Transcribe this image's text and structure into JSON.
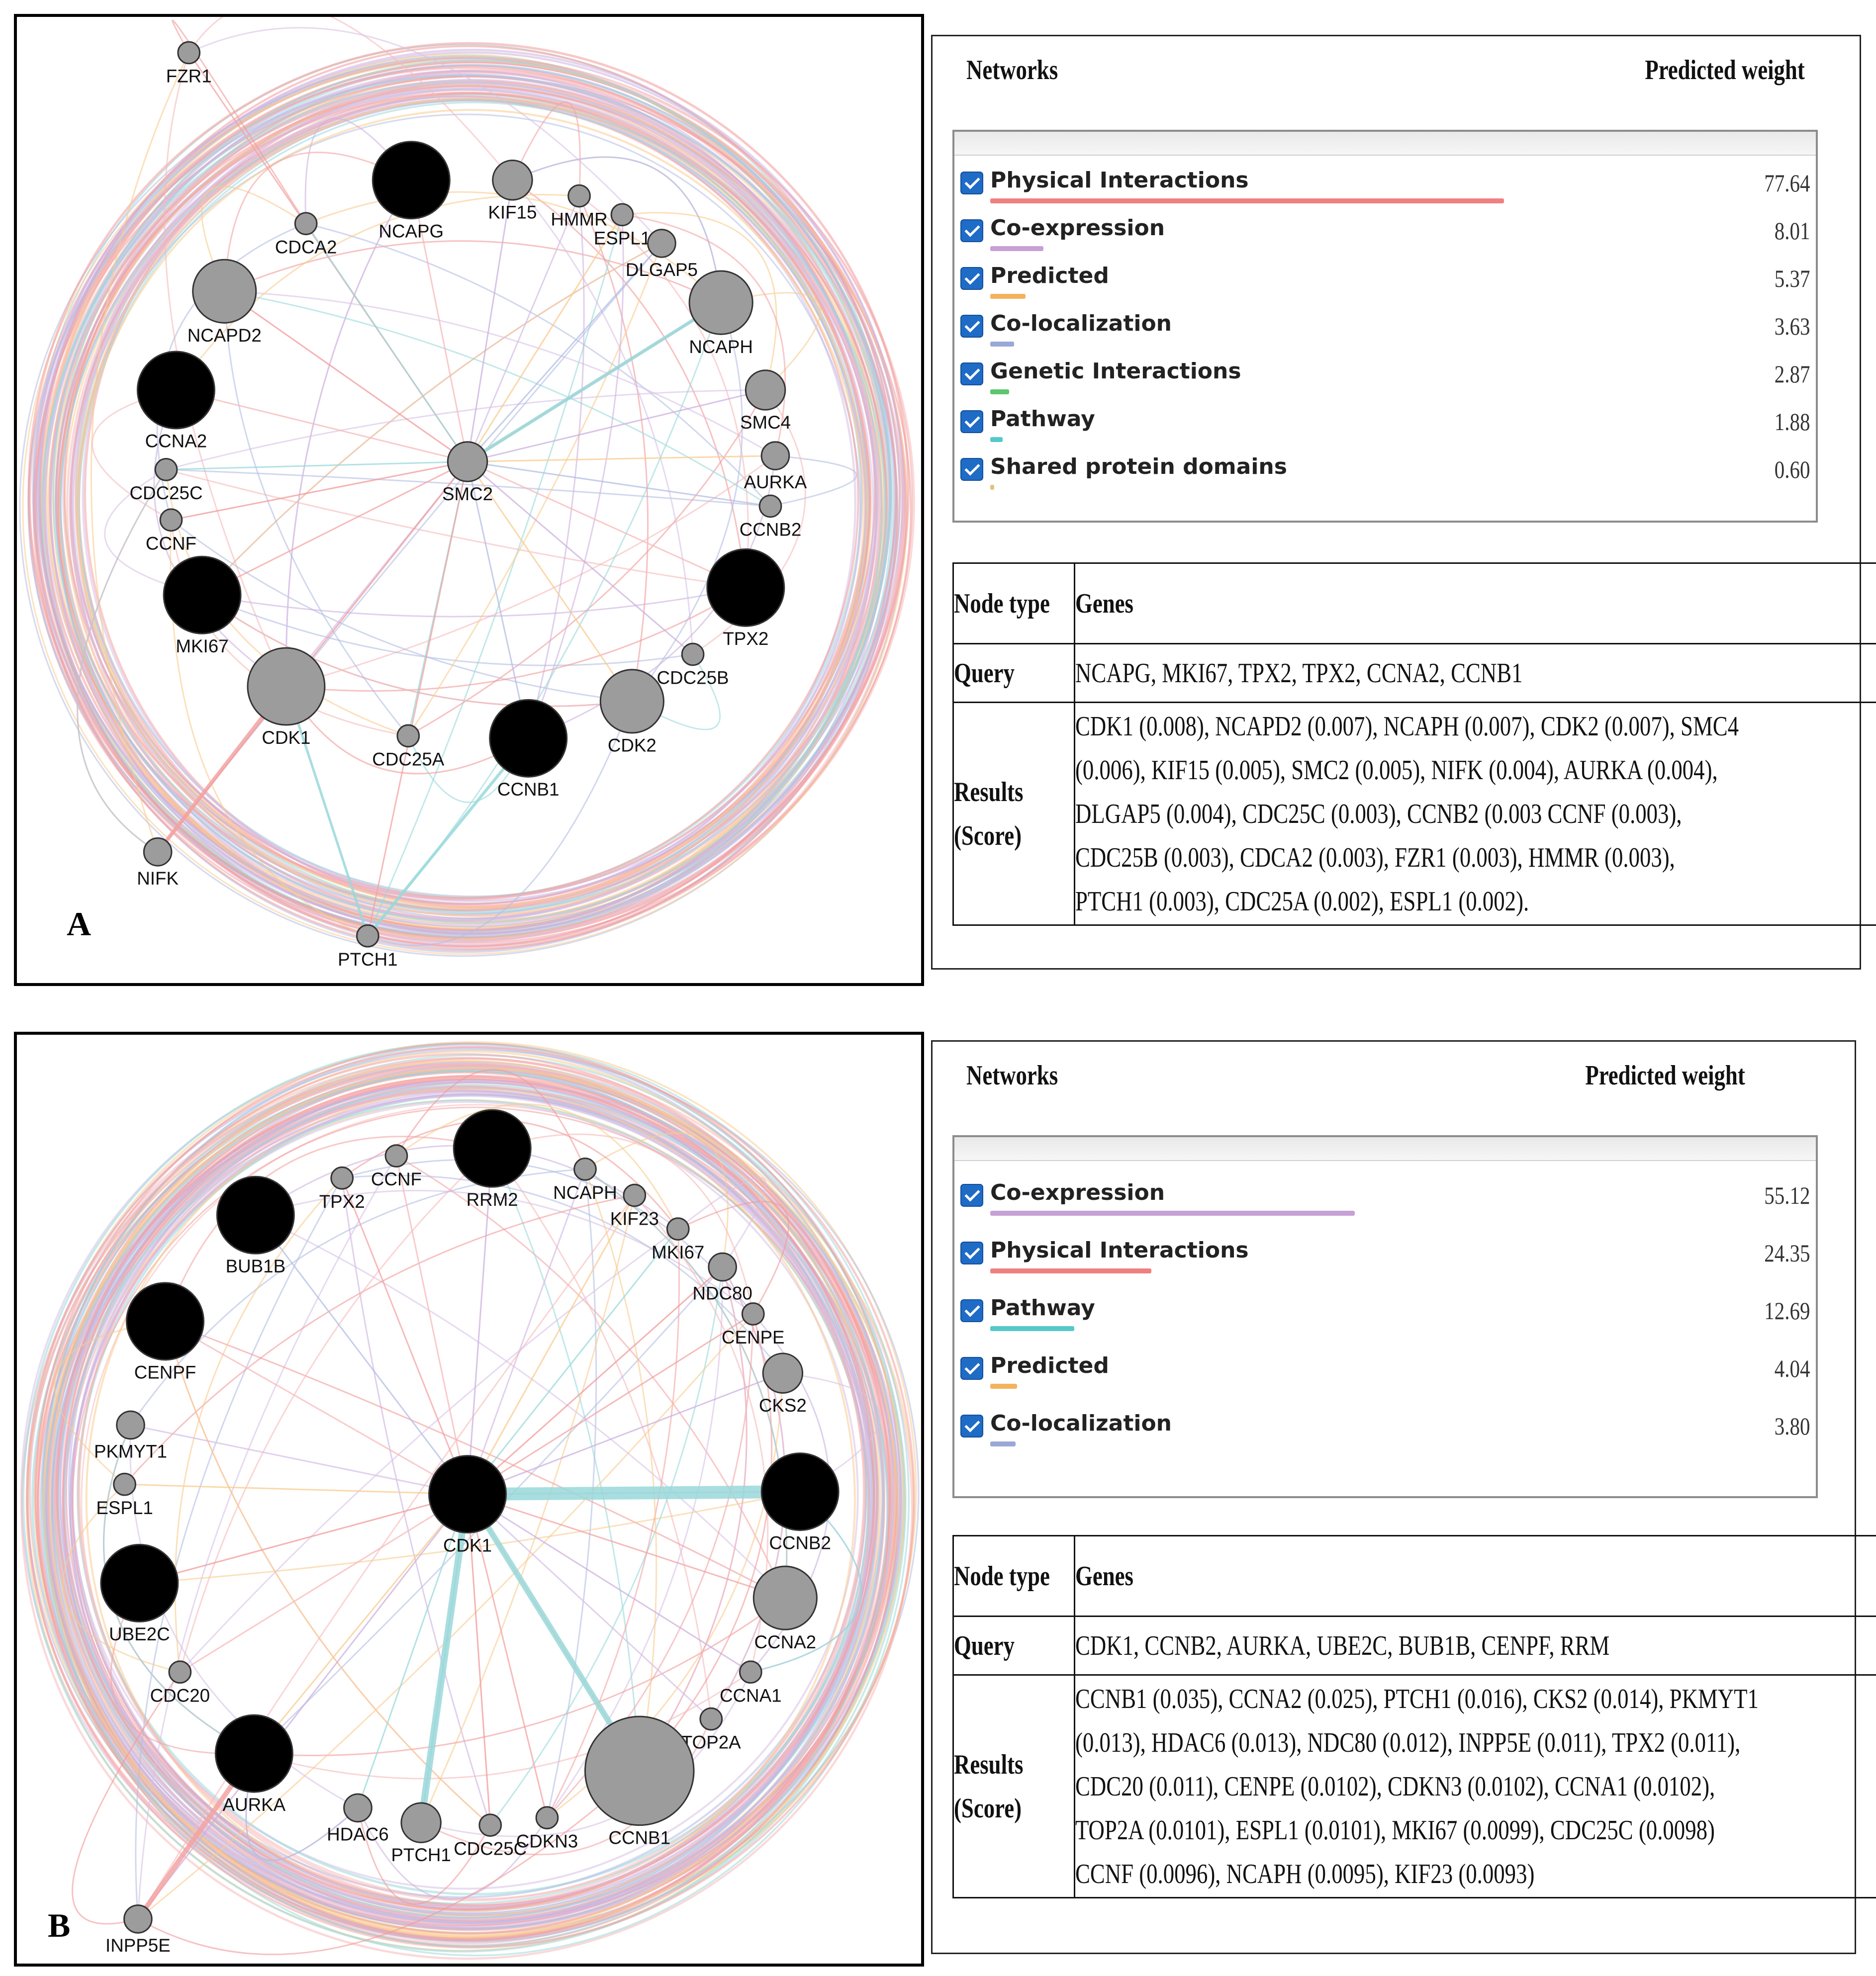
{
  "panels": [
    {
      "letter": "A",
      "nodes": [
        {
          "label": "FZR1",
          "color": "#9c9c9c",
          "size": "xs"
        },
        {
          "label": "NCAPG",
          "color": "#000000",
          "size": "xl"
        },
        {
          "label": "KIF15",
          "color": "#9c9c9c",
          "size": "m"
        },
        {
          "label": "HMMR",
          "color": "#9c9c9c",
          "size": "xs"
        },
        {
          "label": "ESPL1",
          "color": "#9c9c9c",
          "size": "xs"
        },
        {
          "label": "CDCA2",
          "color": "#9c9c9c",
          "size": "xs"
        },
        {
          "label": "DLGAP5",
          "color": "#9c9c9c",
          "size": "s"
        },
        {
          "label": "NCAPD2",
          "color": "#9c9c9c",
          "size": "l"
        },
        {
          "label": "NCAPH",
          "color": "#9c9c9c",
          "size": "l"
        },
        {
          "label": "CCNA2",
          "color": "#000000",
          "size": "xl"
        },
        {
          "label": "SMC4",
          "color": "#9c9c9c",
          "size": "m"
        },
        {
          "label": "SMC2",
          "color": "#9c9c9c",
          "size": "m"
        },
        {
          "label": "AURKA",
          "color": "#9c9c9c",
          "size": "s"
        },
        {
          "label": "CDC25C",
          "color": "#9c9c9c",
          "size": "xs"
        },
        {
          "label": "CCNB2",
          "color": "#9c9c9c",
          "size": "xs"
        },
        {
          "label": "CCNF",
          "color": "#9c9c9c",
          "size": "xs"
        },
        {
          "label": "MKI67",
          "color": "#000000",
          "size": "xl"
        },
        {
          "label": "TPX2",
          "color": "#000000",
          "size": "xl"
        },
        {
          "label": "CDC25B",
          "color": "#9c9c9c",
          "size": "xs"
        },
        {
          "label": "CDK1",
          "color": "#9c9c9c",
          "size": "xl"
        },
        {
          "label": "CDK2",
          "color": "#9c9c9c",
          "size": "l"
        },
        {
          "label": "CDC25A",
          "color": "#9c9c9c",
          "size": "xs"
        },
        {
          "label": "CCNB1",
          "color": "#000000",
          "size": "xl"
        },
        {
          "label": "NIFK",
          "color": "#9c9c9c",
          "size": "s"
        },
        {
          "label": "PTCH1",
          "color": "#9c9c9c",
          "size": "xs"
        }
      ],
      "networks_header": "Networks",
      "weight_header": "Predicted weight",
      "networks": [
        {
          "name": "Physical Interactions",
          "weight": "77.64",
          "value": 77.64,
          "color": "#f08080"
        },
        {
          "name": "Co-expression",
          "weight": "8.01",
          "value": 8.01,
          "color": "#c6a0d6"
        },
        {
          "name": "Predicted",
          "weight": "5.37",
          "value": 5.37,
          "color": "#f5b25d"
        },
        {
          "name": "Co-localization",
          "weight": "3.63",
          "value": 3.63,
          "color": "#9aa8d6"
        },
        {
          "name": "Genetic Interactions",
          "weight": "2.87",
          "value": 2.87,
          "color": "#5cc66e"
        },
        {
          "name": "Pathway",
          "weight": "1.88",
          "value": 1.88,
          "color": "#55c9c9"
        },
        {
          "name": "Shared protein domains",
          "weight": "0.60",
          "value": 0.6,
          "color": "#e0c27a"
        }
      ],
      "table": {
        "col1": "Node type",
        "col2": "Genes",
        "query_label": "Query",
        "query_genes": "NCAPG, MKI67, TPX2, TPX2, CCNA2, CCNB1",
        "results_label_1": "Results",
        "results_label_2": "(Score)",
        "results_lines": [
          "CDK1 (0.008), NCAPD2 (0.007), NCAPH (0.007), CDK2 (0.007), SMC4",
          "(0.006),  KIF15 (0.005), SMC2 (0.005), NIFK (0.004), AURKA (0.004),",
          "DLGAP5 (0.004), CDC25C (0.003), CCNB2 (0.003 CCNF (0.003),",
          "CDC25B (0.003), CDCA2 (0.003), FZR1 (0.003), HMMR (0.003),",
          "PTCH1 (0.003), CDC25A (0.002), ESPL1 (0.002)."
        ]
      }
    },
    {
      "letter": "B",
      "nodes": [
        {
          "label": "TPX2",
          "color": "#9c9c9c",
          "size": "xs"
        },
        {
          "label": "CCNF",
          "color": "#9c9c9c",
          "size": "xs"
        },
        {
          "label": "RRM2",
          "color": "#000000",
          "size": "xl"
        },
        {
          "label": "NCAPH",
          "color": "#9c9c9c",
          "size": "xs"
        },
        {
          "label": "KIF23",
          "color": "#9c9c9c",
          "size": "xs"
        },
        {
          "label": "MKI67",
          "color": "#9c9c9c",
          "size": "xs"
        },
        {
          "label": "BUB1B",
          "color": "#000000",
          "size": "xl"
        },
        {
          "label": "NDC80",
          "color": "#9c9c9c",
          "size": "s"
        },
        {
          "label": "CENPE",
          "color": "#9c9c9c",
          "size": "xs"
        },
        {
          "label": "CENPF",
          "color": "#000000",
          "size": "xl"
        },
        {
          "label": "CKS2",
          "color": "#9c9c9c",
          "size": "m"
        },
        {
          "label": "PKMYT1",
          "color": "#9c9c9c",
          "size": "s"
        },
        {
          "label": "ESPL1",
          "color": "#9c9c9c",
          "size": "xs"
        },
        {
          "label": "CDK1",
          "color": "#000000",
          "size": "xl"
        },
        {
          "label": "CCNB2",
          "color": "#000000",
          "size": "xl"
        },
        {
          "label": "UBE2C",
          "color": "#000000",
          "size": "xl"
        },
        {
          "label": "CCNA2",
          "color": "#9c9c9c",
          "size": "l"
        },
        {
          "label": "CDC20",
          "color": "#9c9c9c",
          "size": "xs"
        },
        {
          "label": "CCNA1",
          "color": "#9c9c9c",
          "size": "xs"
        },
        {
          "label": "TOP2A",
          "color": "#9c9c9c",
          "size": "xs"
        },
        {
          "label": "AURKA",
          "color": "#000000",
          "size": "xl"
        },
        {
          "label": "HDAC6",
          "color": "#9c9c9c",
          "size": "s"
        },
        {
          "label": "PTCH1",
          "color": "#9c9c9c",
          "size": "m"
        },
        {
          "label": "CDC25C",
          "color": "#9c9c9c",
          "size": "xs"
        },
        {
          "label": "CDKN3",
          "color": "#9c9c9c",
          "size": "xs"
        },
        {
          "label": "CCNB1",
          "color": "#9c9c9c",
          "size": "xxl"
        },
        {
          "label": "INPP5E",
          "color": "#9c9c9c",
          "size": "s"
        }
      ],
      "networks_header": "Networks",
      "weight_header": "Predicted weight",
      "networks": [
        {
          "name": "Co-expression",
          "weight": "55.12",
          "value": 55.12,
          "color": "#c6a0d6"
        },
        {
          "name": "Physical Interactions",
          "weight": "24.35",
          "value": 24.35,
          "color": "#f08080"
        },
        {
          "name": "Pathway",
          "weight": "12.69",
          "value": 12.69,
          "color": "#55c9c9"
        },
        {
          "name": "Predicted",
          "weight": "4.04",
          "value": 4.04,
          "color": "#f5b25d"
        },
        {
          "name": "Co-localization",
          "weight": "3.80",
          "value": 3.8,
          "color": "#9aa8d6"
        }
      ],
      "table": {
        "col1": "Node type",
        "col2": "Genes",
        "query_label": "Query",
        "query_genes": "CDK1, CCNB2, AURKA, UBE2C, BUB1B, CENPF, RRM",
        "results_label_1": "Results",
        "results_label_2": "(Score)",
        "results_lines": [
          "CCNB1 (0.035), CCNA2 (0.025), PTCH1 (0.016), CKS2 (0.014), PKMYT1",
          "(0.013), HDAC6 (0.013), NDC80 (0.012), INPP5E (0.011), TPX2 (0.011),",
          "CDC20 (0.011), CENPE (0.0102), CDKN3 (0.0102), CCNA1 (0.0102),",
          "TOP2A (0.0101), ESPL1 (0.0101), MKI67 (0.0099),  CDC25C (0.0098)",
          "CCNF (0.0096), NCAPH (0.0095), KIF23 (0.0093)"
        ]
      }
    }
  ]
}
